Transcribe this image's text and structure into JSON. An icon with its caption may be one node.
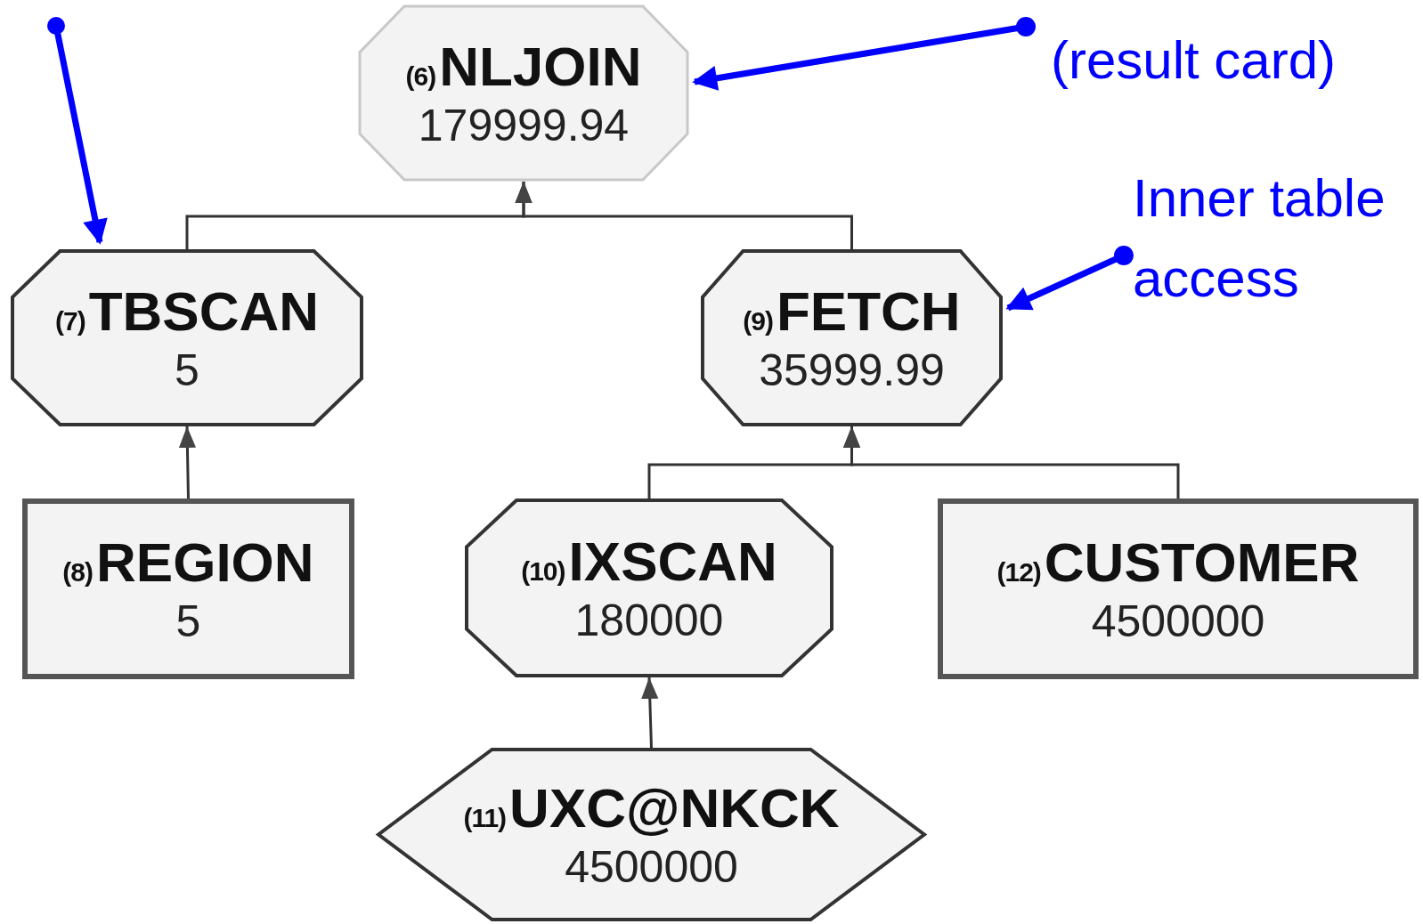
{
  "diagram": {
    "nodes": [
      {
        "text": [],
        "shape": "circle"
      },
      {
        "text": [
          "(6)",
          "NLJOIN",
          "179999.94"
        ]
      },
      {
        "text": [
          "(result card)"
        ]
      },
      {
        "text": [
          "Inner table access"
        ]
      },
      {
        "text": [
          "(7)",
          "TBSCAN",
          "5"
        ]
      },
      {
        "text": [
          "(9)",
          "FETCH",
          "35999.99"
        ]
      },
      {
        "text": [
          "(8)",
          "REGION",
          "5"
        ]
      },
      {
        "text": [
          "(10)",
          "IXSCAN",
          "180000"
        ]
      },
      {
        "text": [
          "(12)",
          "CUSTOMER",
          "4500000"
        ]
      },
      {
        "text": [
          "(11)",
          "UXC@NKCK",
          "4500000"
        ]
      }
    ],
    "edges": [
      {
        "from": 4,
        "to": 1,
        "arrow": "to"
      },
      {
        "from": 5,
        "to": 1,
        "arrow": "to"
      },
      {
        "from": 6,
        "to": 4,
        "arrow": "to"
      },
      {
        "from": 7,
        "to": 5,
        "arrow": "to"
      },
      {
        "from": 8,
        "to": 5,
        "arrow": "to"
      },
      {
        "from": 9,
        "to": 7,
        "arrow": "to"
      },
      {
        "from": 0,
        "to": 4,
        "arrow": "to",
        "style": "thick",
        "color": "#0000ff"
      },
      {
        "from": 2,
        "to": 1,
        "arrow": "to",
        "style": "thick",
        "color": "#0000ff"
      },
      {
        "from": 3,
        "to": 5,
        "arrow": "to",
        "style": "thick",
        "color": "#0000ff"
      }
    ]
  }
}
